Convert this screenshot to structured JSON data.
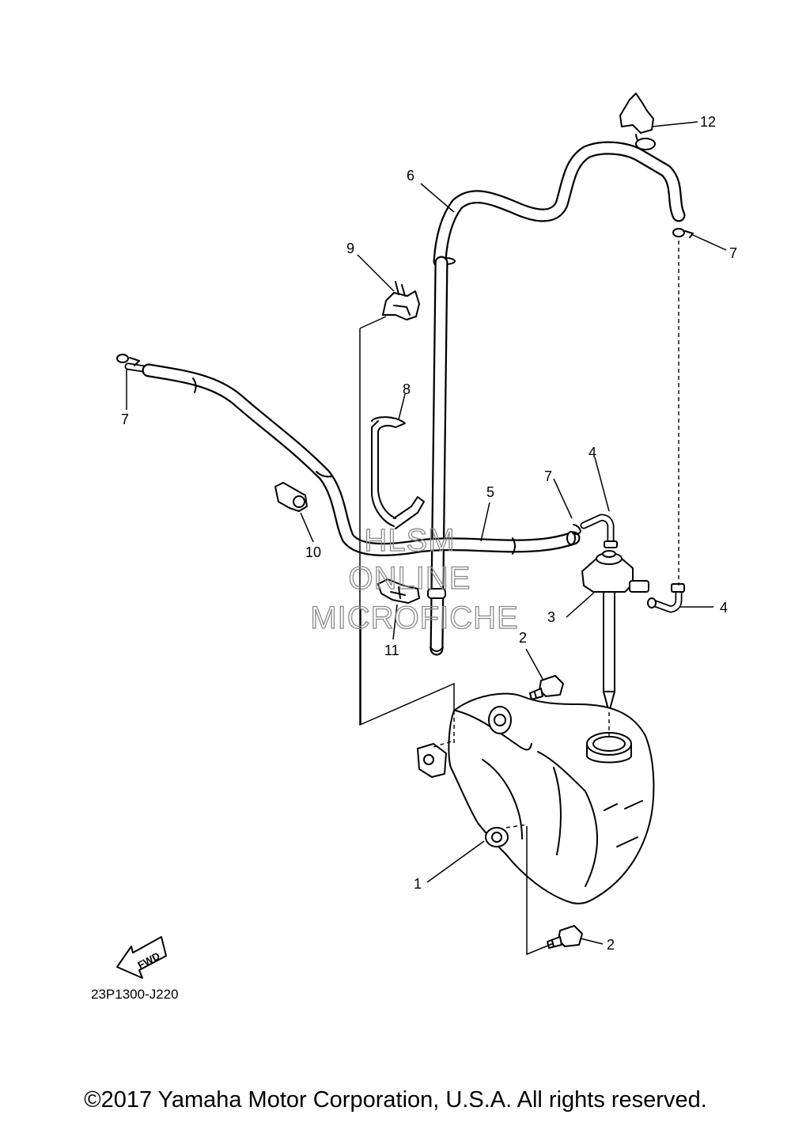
{
  "diagram": {
    "code": "23P1300-J220",
    "fwd_label": "FWD",
    "watermark": [
      "HLSM",
      "ONLINE",
      "MICROFICHE"
    ],
    "callouts": [
      {
        "id": "c1",
        "label": "1"
      },
      {
        "id": "c2a",
        "label": "2"
      },
      {
        "id": "c2b",
        "label": "2"
      },
      {
        "id": "c3",
        "label": "3"
      },
      {
        "id": "c4a",
        "label": "4"
      },
      {
        "id": "c4b",
        "label": "4"
      },
      {
        "id": "c5",
        "label": "5"
      },
      {
        "id": "c6",
        "label": "6"
      },
      {
        "id": "c7a",
        "label": "7"
      },
      {
        "id": "c7b",
        "label": "7"
      },
      {
        "id": "c7c",
        "label": "7"
      },
      {
        "id": "c8",
        "label": "8"
      },
      {
        "id": "c9",
        "label": "9"
      },
      {
        "id": "c10",
        "label": "10"
      },
      {
        "id": "c11",
        "label": "11"
      },
      {
        "id": "c12",
        "label": "12"
      }
    ]
  },
  "footer": {
    "copyright": "©2017 Yamaha Motor Corporation, U.S.A. All rights reserved."
  }
}
